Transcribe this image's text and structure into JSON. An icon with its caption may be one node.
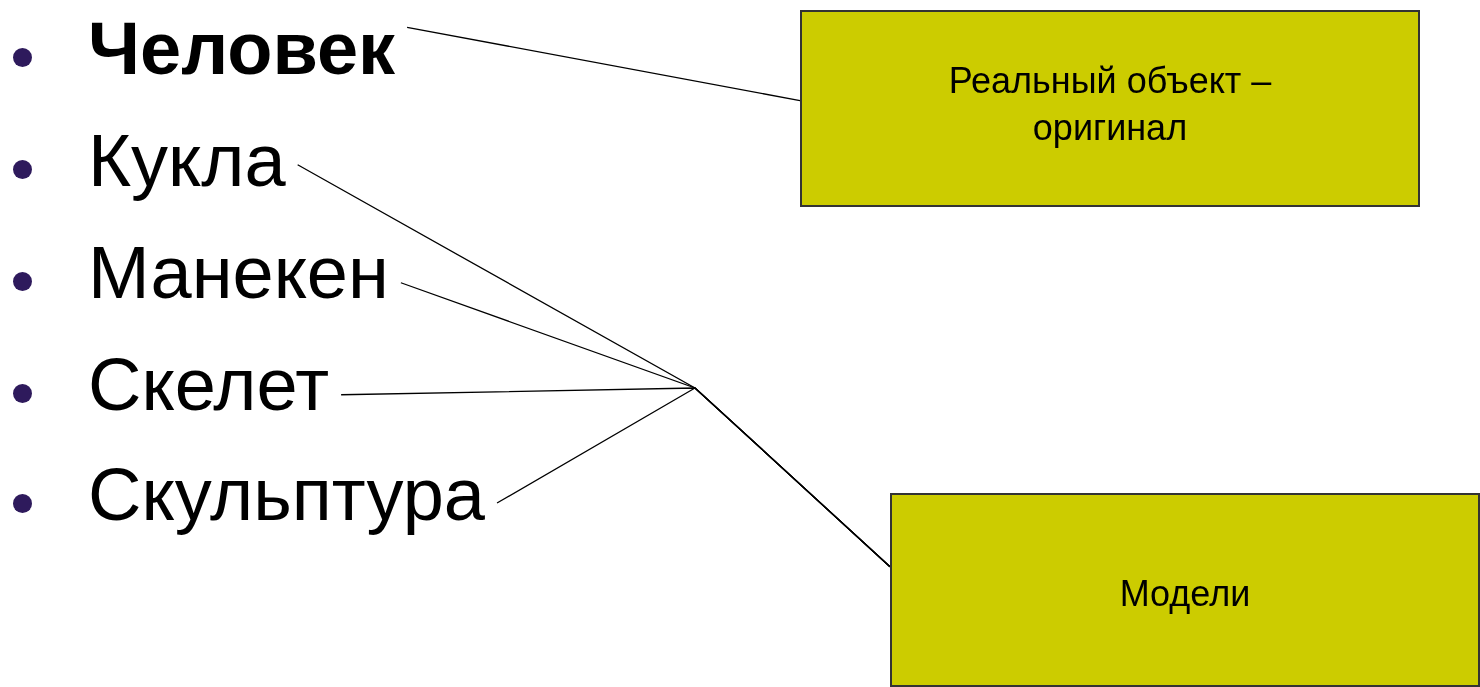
{
  "diagram": {
    "nodes": [
      {
        "text": [
          "Человек"
        ]
      },
      {
        "text": [
          "Кукла"
        ]
      },
      {
        "text": [
          "Манекен"
        ]
      },
      {
        "text": [
          "Скелет"
        ]
      },
      {
        "text": [
          "Скульптура"
        ]
      },
      {
        "text": [
          "Реальный объект – оригинал"
        ]
      },
      {
        "text": [
          "Модели"
        ]
      }
    ],
    "edges": [
      {
        "from": 0,
        "to": 5,
        "arrow": "none"
      },
      {
        "from": 1,
        "to": 6,
        "arrow": "none"
      },
      {
        "from": 2,
        "to": 6,
        "arrow": "none"
      },
      {
        "from": 3,
        "to": 6,
        "arrow": "none"
      },
      {
        "from": 4,
        "to": 6,
        "arrow": "none"
      }
    ]
  }
}
